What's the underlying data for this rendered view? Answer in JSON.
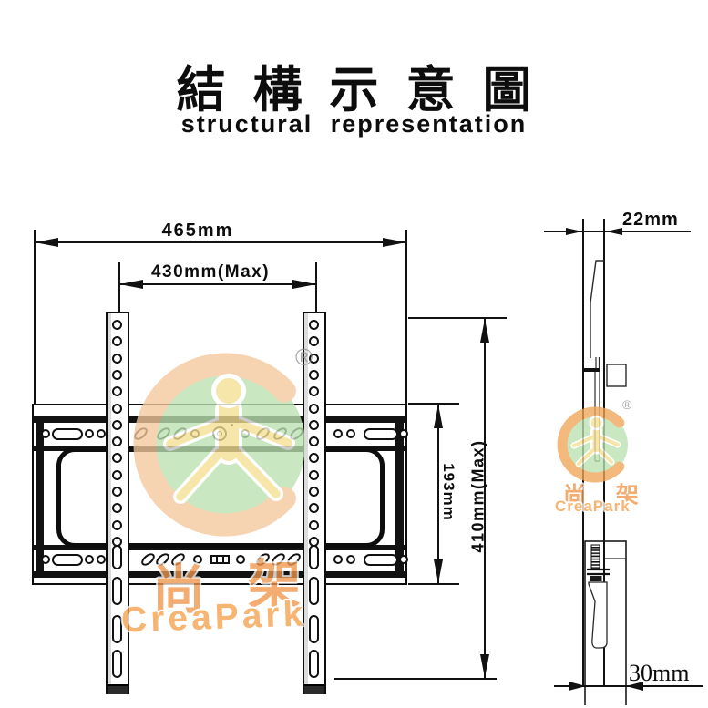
{
  "title": {
    "zh": "結構示意圖",
    "en": "structural  representation"
  },
  "front_view": {
    "total_width": "465mm",
    "hole_pattern_width": "430mm(Max)",
    "plate_height": "193mm",
    "total_height": "410mm(Max)"
  },
  "side_view": {
    "thickness": "22mm",
    "bottom_depth": "30mm"
  },
  "watermark": {
    "registered": "®",
    "cn_char_1": "尚",
    "cn_char_2": "架",
    "cn_pair": "尚 架",
    "brand": "CreaPark"
  },
  "colors": {
    "ink": "#111111",
    "ring_orange": "#f4c79c",
    "ring_orange_dark": "#efa558",
    "disc_green": "#bbe2b0",
    "figure_yellow": "#f5e092",
    "brand_orange": "#f5a14d"
  }
}
